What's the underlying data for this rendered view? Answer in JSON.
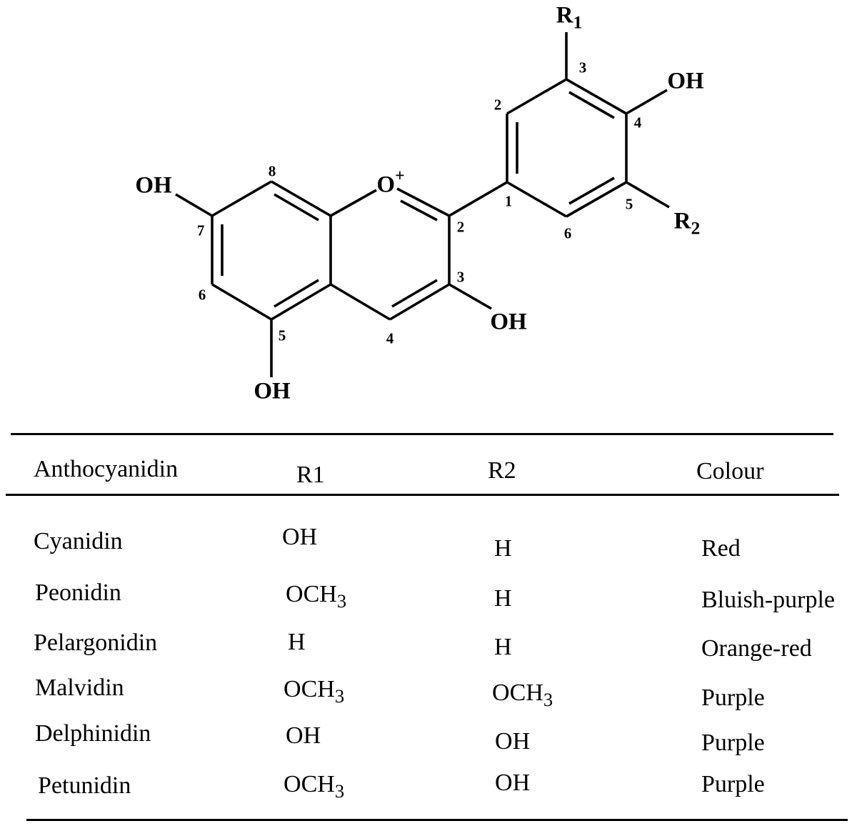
{
  "structure": {
    "labels": {
      "oh_c7": "OH",
      "ring_oxygen": "O+",
      "oh_c5": "OH",
      "oh_c3": "OH",
      "r1": "R1",
      "oh_c4p": "OH",
      "r2": "R2"
    },
    "locants": {
      "c8": "8",
      "c7": "7",
      "c6": "6",
      "c5": "5",
      "c4": "4",
      "c3": "3",
      "c2": "2",
      "c1p": "1",
      "c2p": "2",
      "c3p": "3",
      "c4p": "4",
      "c5p": "5",
      "c6p": "6"
    }
  },
  "table": {
    "headers": [
      "Anthocyanidin",
      "R1",
      "R2",
      "Colour"
    ],
    "rows": [
      [
        "Cyanidin",
        "OH",
        "H",
        "Red"
      ],
      [
        "Peonidin",
        "OCH3",
        "H",
        "Bluish-purple"
      ],
      [
        "Pelargonidin",
        "H",
        "H",
        "Orange-red"
      ],
      [
        "Malvidin",
        "OCH3",
        "OCH3",
        "Purple"
      ],
      [
        "Delphinidin",
        "OH",
        "OH",
        "Purple"
      ],
      [
        "Petunidin",
        "OCH3",
        "OH",
        "Purple"
      ]
    ]
  }
}
